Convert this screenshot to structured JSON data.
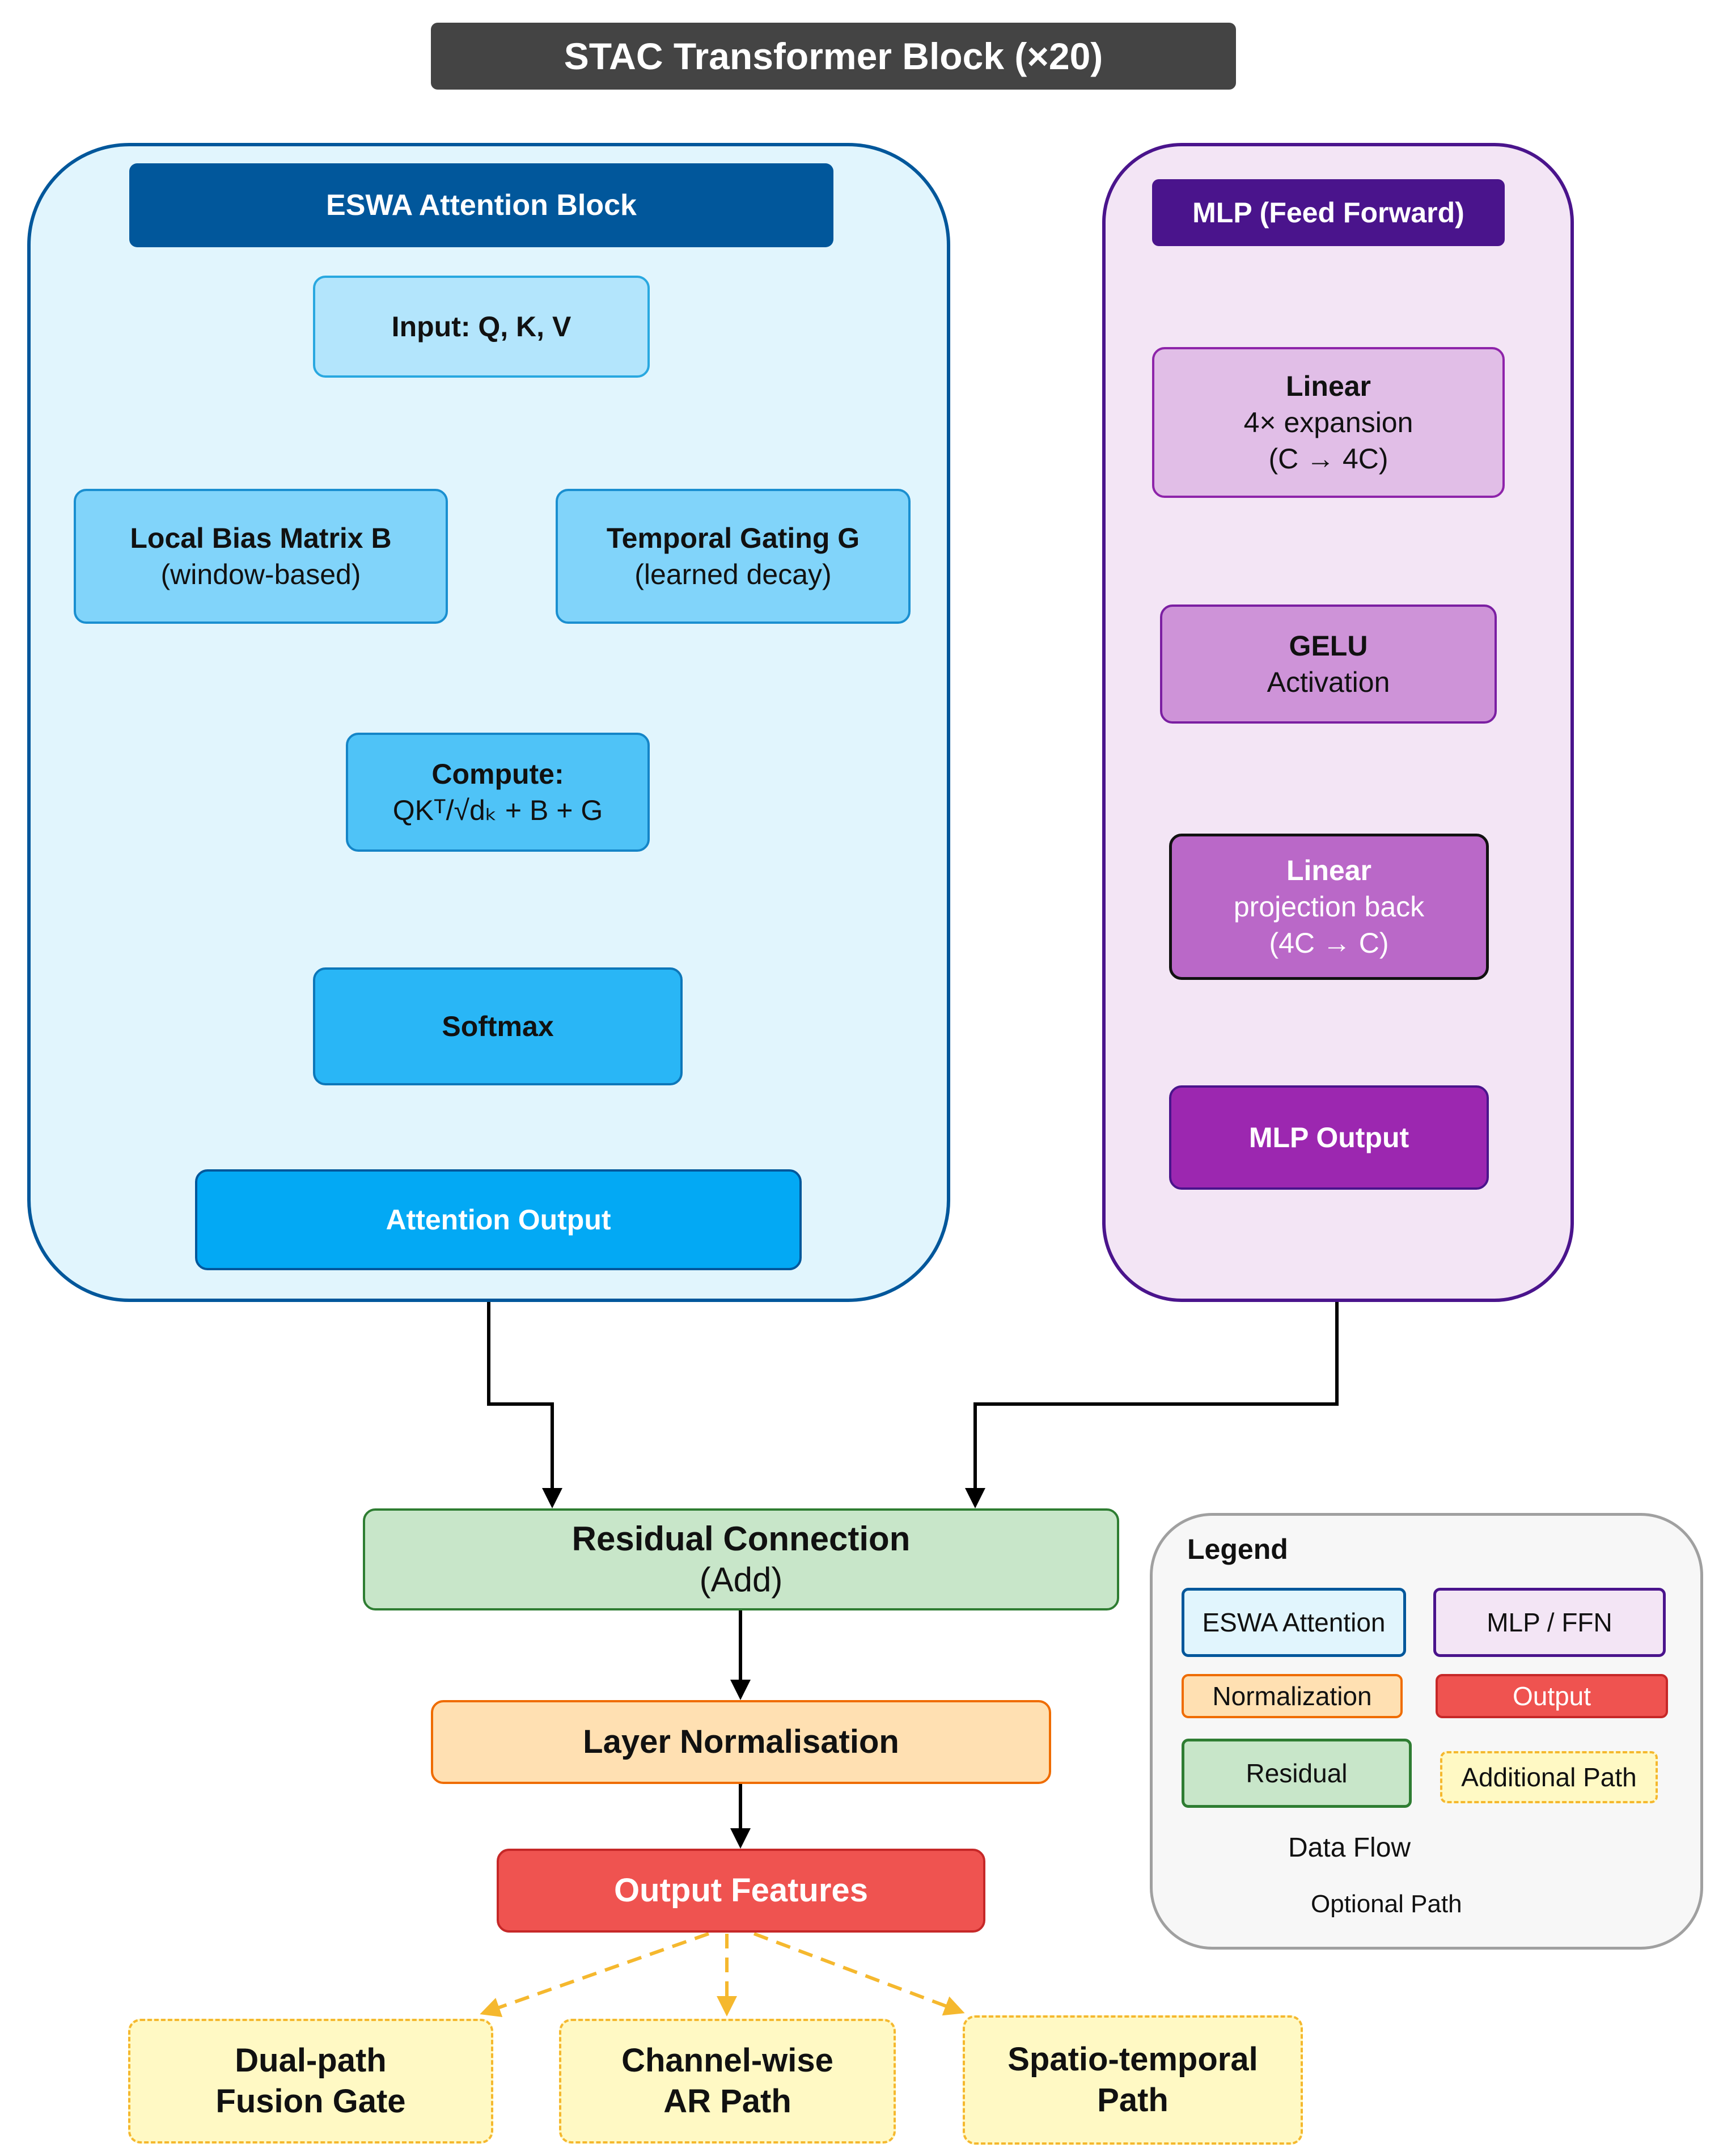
{
  "title": "STAC Transformer Block (×20)",
  "eswa": {
    "header": "ESWA Attention Block",
    "input": "Input: Q, K, V",
    "bias": {
      "title": "Local Bias Matrix B",
      "sub": "(window-based)"
    },
    "gate": {
      "title": "Temporal Gating G",
      "sub": "(learned decay)"
    },
    "compute": {
      "title": "Compute:",
      "formula": "QKᵀ/√dₖ + B + G"
    },
    "softmax": "Softmax",
    "output": "Attention Output"
  },
  "mlp": {
    "header": "MLP (Feed Forward)",
    "linear1": {
      "title": "Linear",
      "line1": "4× expansion",
      "line2": "(C → 4C)"
    },
    "gelu": {
      "title": "GELU",
      "sub": "Activation"
    },
    "linear2": {
      "title": "Linear",
      "line1": "projection back",
      "line2": "(4C → C)"
    },
    "output": "MLP Output"
  },
  "residual": {
    "title": "Residual Connection",
    "sub": "(Add)"
  },
  "norm": "Layer Normalisation",
  "output_features": "Output Features",
  "paths": {
    "dual": {
      "line1": "Dual-path",
      "line2": "Fusion Gate"
    },
    "channel": {
      "line1": "Channel-wise",
      "line2": "AR Path"
    },
    "spatio": {
      "line1": "Spatio-temporal",
      "line2": "Path"
    }
  },
  "legend": {
    "title": "Legend",
    "eswa": "ESWA Attention",
    "mlp": "MLP / FFN",
    "norm": "Normalization",
    "output": "Output",
    "residual": "Residual",
    "additional": "Additional Path",
    "data_flow": "Data Flow",
    "optional": "Optional Path"
  },
  "colors": {
    "eswa_dark": "#01579b",
    "eswa_arrow": "#1976c6",
    "mlp_dark": "#4a148c",
    "mlp_arrow": "#6a1b9a",
    "residual": "#c8e6c9",
    "norm": "#ffe0b2",
    "output": "#ef5350",
    "optional": "#f5b82e"
  }
}
